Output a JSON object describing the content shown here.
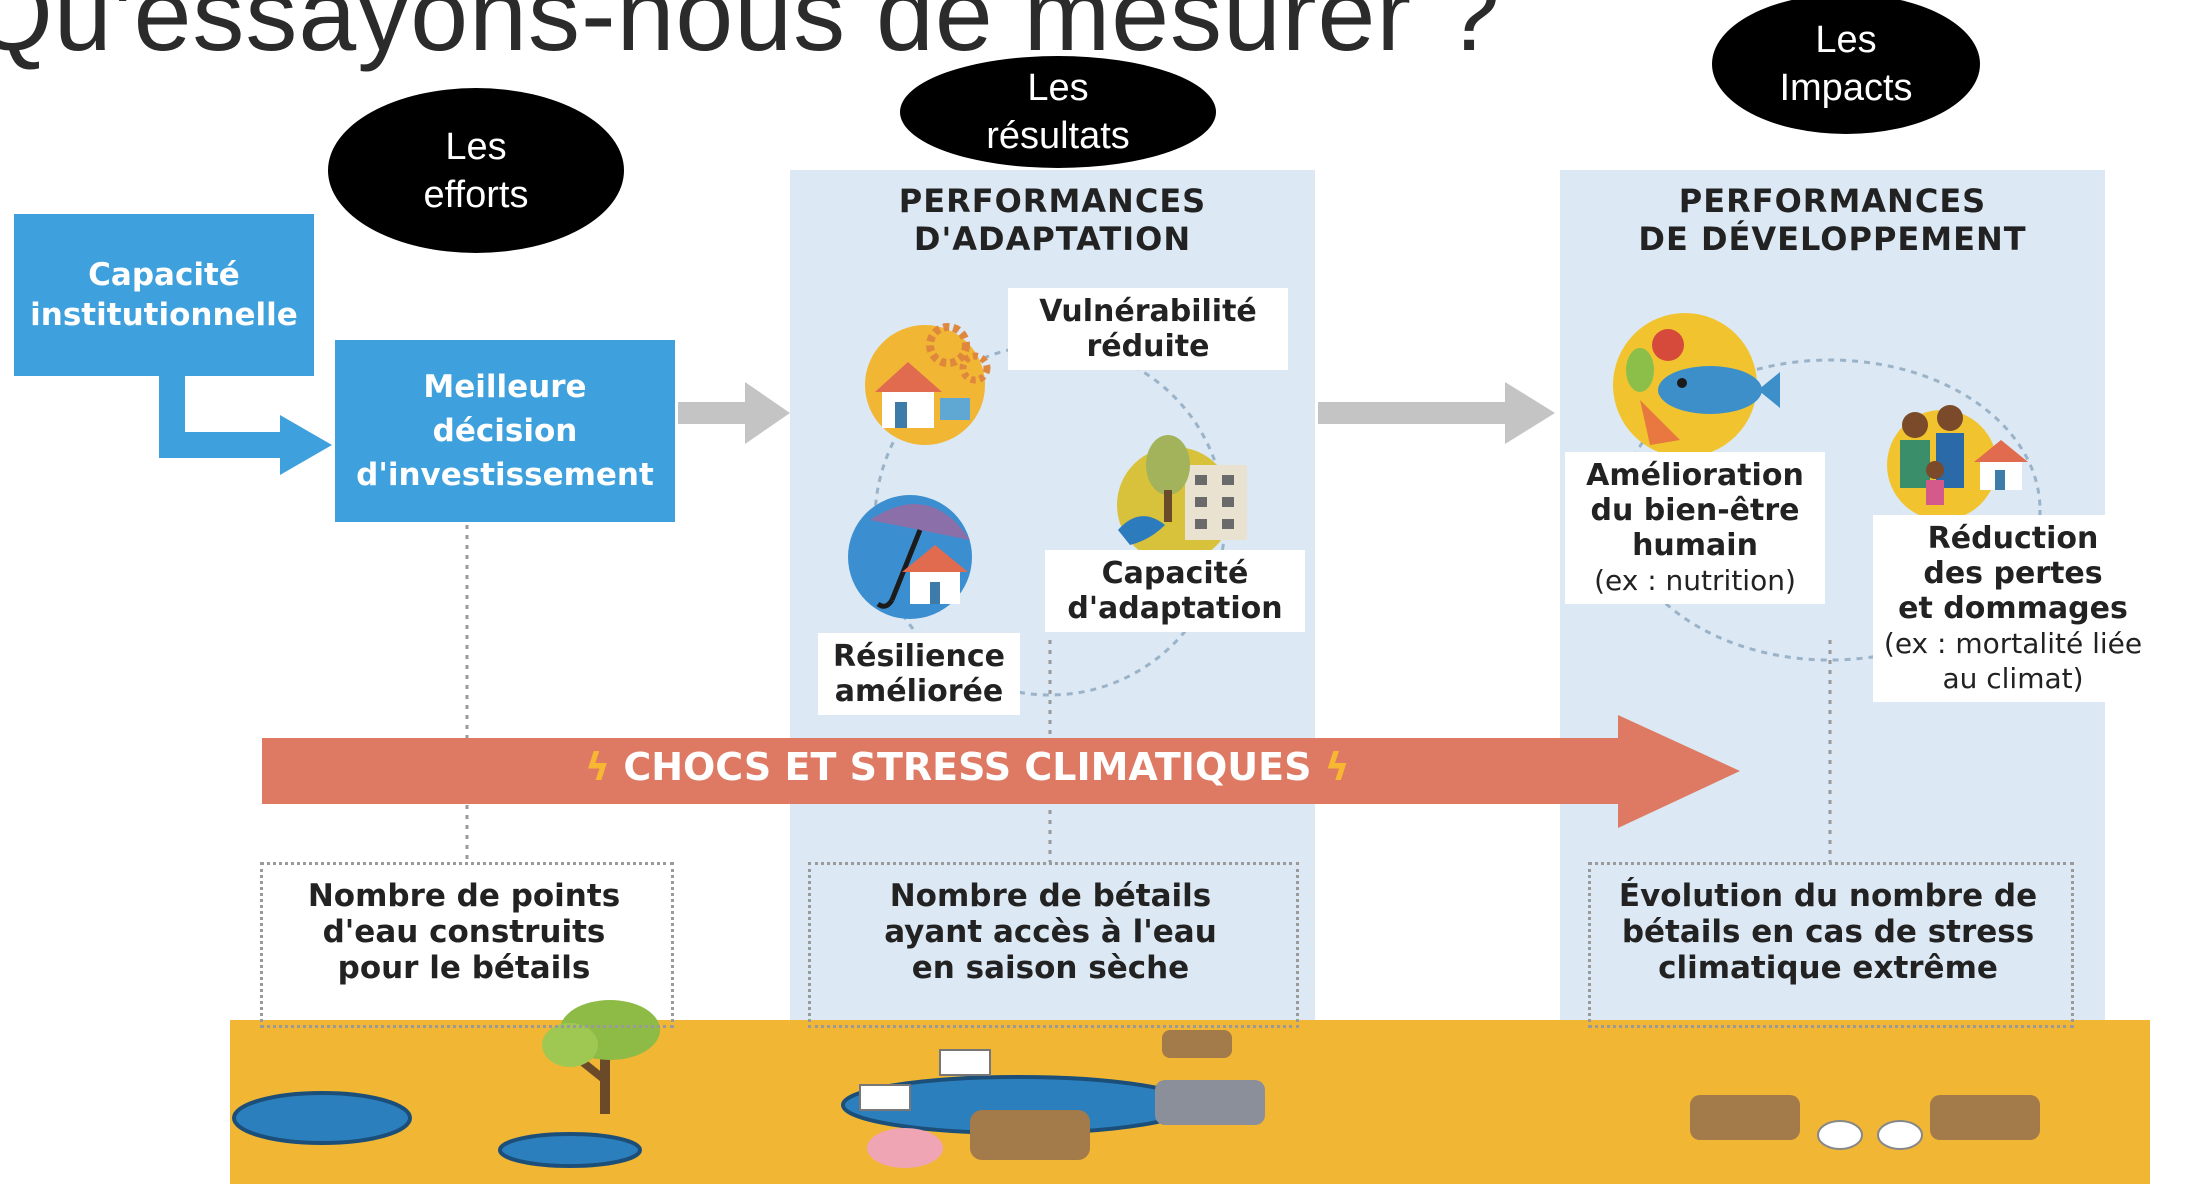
{
  "slide": {
    "title": "Qu'essayons-nous de mesurer ?"
  },
  "ellipses": {
    "efforts": [
      "Les",
      "efforts"
    ],
    "resultats": [
      "Les",
      "résultats"
    ],
    "impacts": [
      "Les",
      "Impacts"
    ]
  },
  "boxes": {
    "capacite": [
      "Capacité",
      "institutionnelle"
    ],
    "meilleure": [
      "Meilleure",
      "décision",
      "d'investissement"
    ]
  },
  "columns": {
    "adaptation": {
      "heading": [
        "PERFORMANCES",
        "D'ADAPTATION"
      ]
    },
    "developpement": {
      "heading": [
        "PERFORMANCES",
        "DE DÉVELOPPEMENT"
      ]
    }
  },
  "adaptation_items": {
    "vulnerabilite": [
      "Vulnérabilité",
      "réduite"
    ],
    "capacite": [
      "Capacité",
      "d'adaptation"
    ],
    "resilience": [
      "Résilience",
      "améliorée"
    ]
  },
  "development_items": {
    "amelioration": {
      "lines": [
        "Amélioration",
        "du bien-être",
        "humain"
      ],
      "sub": "(ex : nutrition)"
    },
    "reduction": {
      "lines": [
        "Réduction",
        "des pertes",
        "et dommages"
      ],
      "sub": [
        "(ex : mortalité liée",
        "au climat)"
      ]
    }
  },
  "band": {
    "label": "CHOCS ET STRESS CLIMATIQUES",
    "color": "#de7a63"
  },
  "indicators": {
    "points_eau": [
      "Nombre de points",
      "d'eau construits",
      "pour le bétails"
    ],
    "betails_eau": [
      "Nombre de bétails",
      "ayant accès à l'eau",
      "en saison sèche"
    ],
    "evolution": [
      "Évolution du nombre de",
      "bétails en cas de stress",
      "climatique extrême"
    ]
  },
  "colors": {
    "blue_box": "#3ea0dc",
    "column_bg": "#dce8f3",
    "ground": "#f1b634",
    "arrow_gray": "#c4c4c4"
  }
}
